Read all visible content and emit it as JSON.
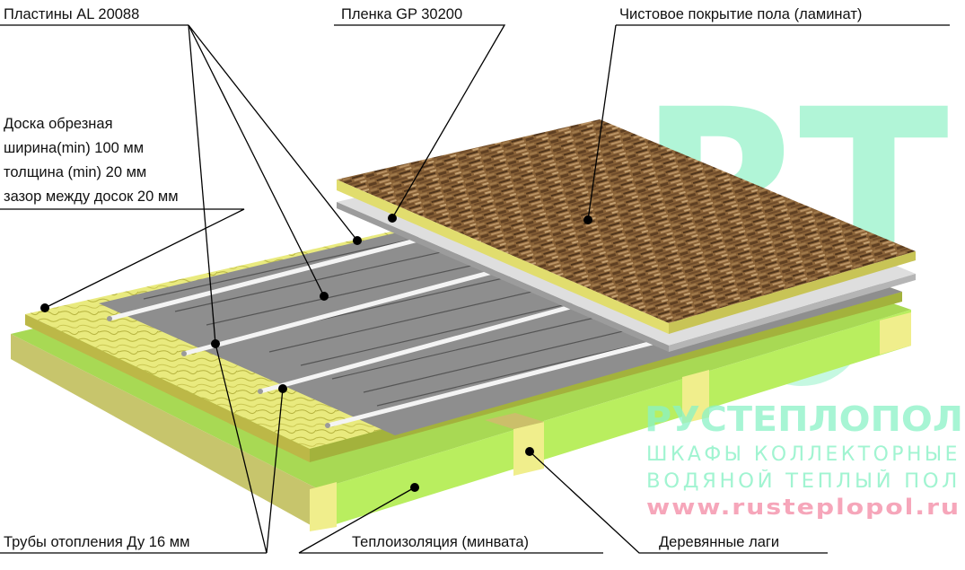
{
  "labels": {
    "al_plates": "Пластины AL 20088",
    "film": "Пленка GP 30200",
    "finish": "Чистовое покрытие пола (ламинат)",
    "board_1": "Доска обрезная",
    "board_2": "ширина(min) 100 мм",
    "board_3": "толщина (min) 20 мм",
    "board_4": "зазор между досок 20 мм",
    "pipes": "Трубы отопления Ду 16 мм",
    "insulation": "Теплоизоляция (минвата)",
    "joists": "Деревянные лаги"
  },
  "watermark": {
    "monogram": "RT",
    "brand": "РУСТЕПЛОПОЛ",
    "line1": "ШКАФЫ КОЛЛЕКТОРНЫЕ",
    "line2": "ВОДЯНОЙ ТЕПЛЫЙ ПОЛ",
    "url": "www.rusteplopol.ru"
  },
  "colors": {
    "laminate": "#7a5632",
    "insulation": "#b4e95c",
    "wood": "#f0ee8c",
    "aluminium": "#8e8e8e",
    "film": "#dcdcdc",
    "watermark_green": "#8af2c6",
    "watermark_pink": "#f6a6ba"
  }
}
